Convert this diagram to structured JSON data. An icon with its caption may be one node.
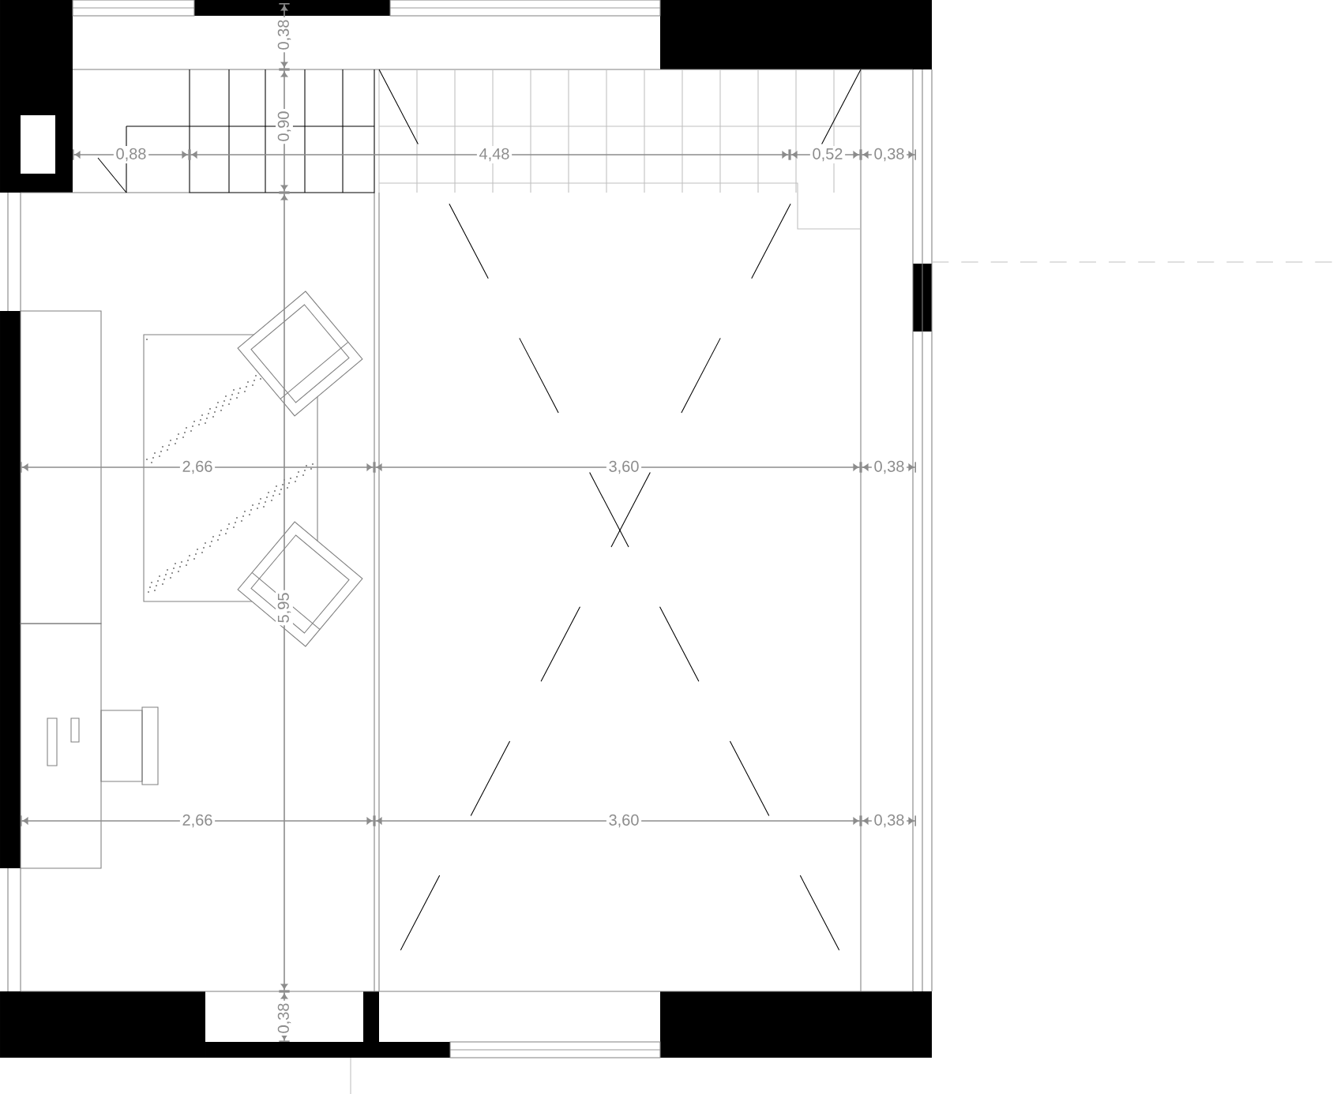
{
  "diagram": {
    "labels": [
      "0,38",
      "0,90",
      "0,88",
      "4,48",
      "0,52",
      "0,38",
      "2,66",
      "3,60",
      "0,38",
      "5,95",
      "2,66",
      "3,60",
      "0,38",
      "0,38"
    ]
  }
}
